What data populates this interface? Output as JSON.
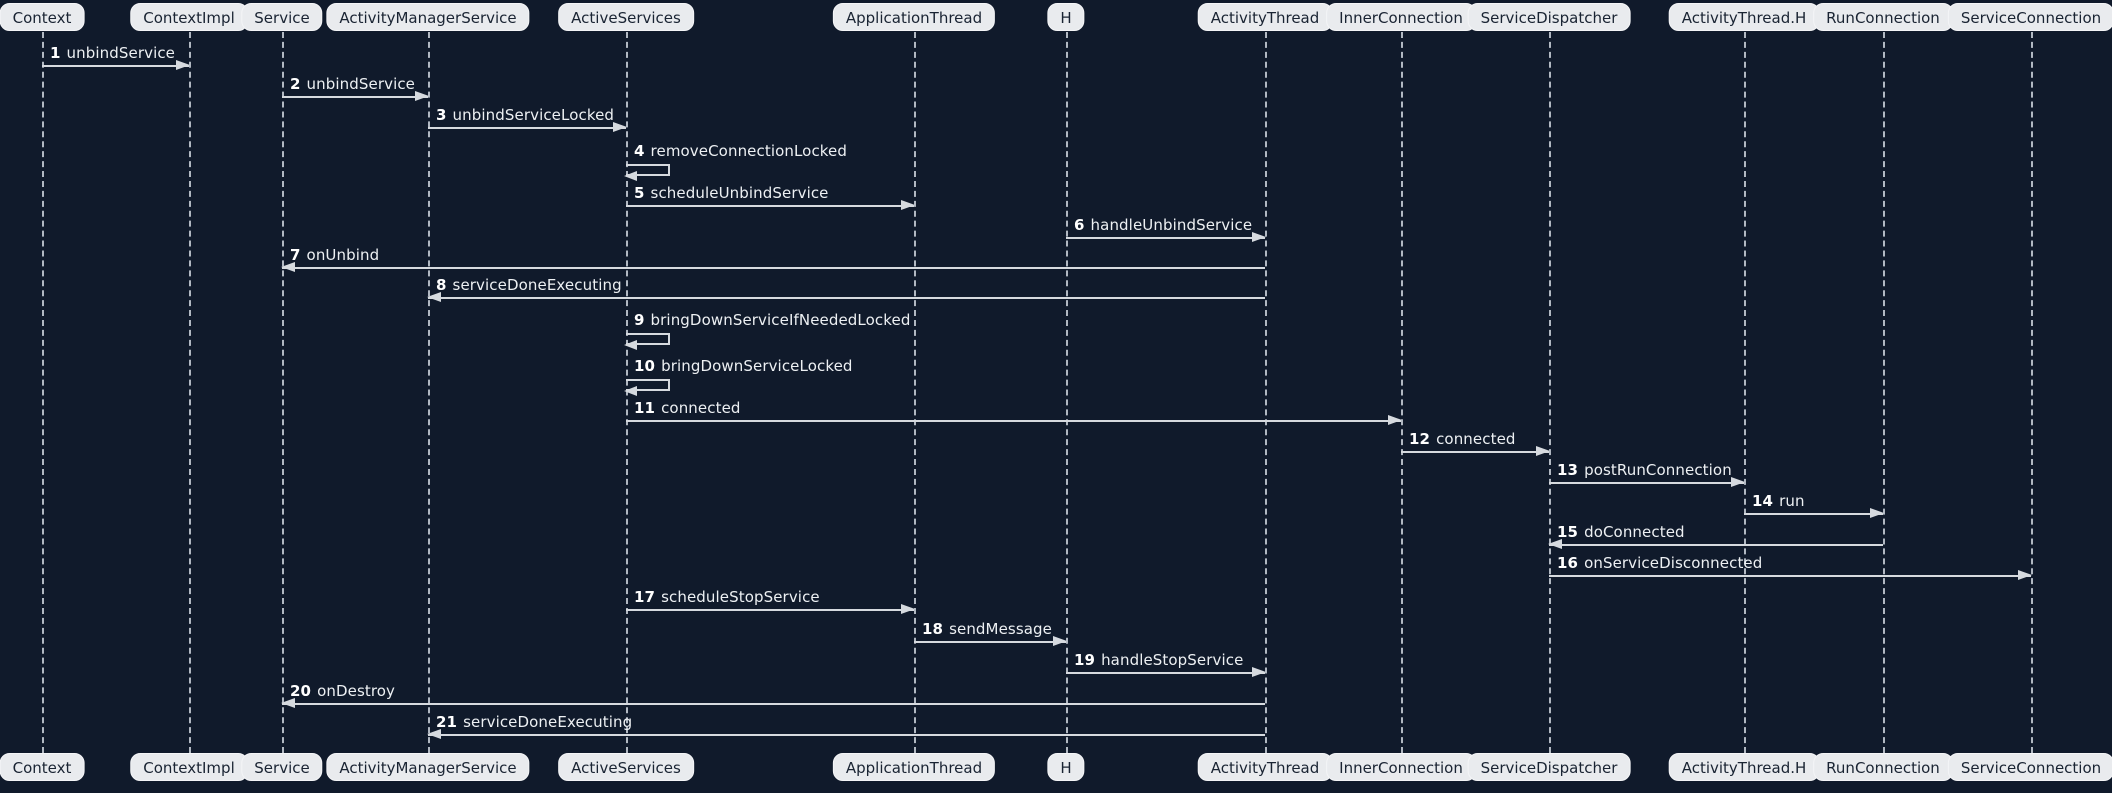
{
  "diagram": {
    "type": "uml-sequence",
    "theme": "dark-navy",
    "colors": {
      "background": "#101a2b",
      "participant_fill": "#e9ebee",
      "participant_text": "#1a2433",
      "line": "#d6dadf",
      "message_text": "#edf0f3"
    }
  },
  "participants": [
    {
      "name": "Context"
    },
    {
      "name": "ContextImpl"
    },
    {
      "name": "Service"
    },
    {
      "name": "ActivityManagerService"
    },
    {
      "name": "ActiveServices"
    },
    {
      "name": "ApplicationThread"
    },
    {
      "name": "H"
    },
    {
      "name": "ActivityThread"
    },
    {
      "name": "InnerConnection"
    },
    {
      "name": "ServiceDispatcher"
    },
    {
      "name": "ActivityThread.H"
    },
    {
      "name": "RunConnection"
    },
    {
      "name": "ServiceConnection"
    }
  ],
  "messages": [
    {
      "num": "1",
      "label": "unbindService",
      "from": "Context",
      "to": "ContextImpl",
      "type": "call"
    },
    {
      "num": "2",
      "label": "unbindService",
      "from": "Service",
      "to": "ActivityManagerService",
      "type": "call"
    },
    {
      "num": "3",
      "label": "unbindServiceLocked",
      "from": "ActivityManagerService",
      "to": "ActiveServices",
      "type": "call"
    },
    {
      "num": "4",
      "label": "removeConnectionLocked",
      "from": "ActiveServices",
      "to": "ActiveServices",
      "type": "self"
    },
    {
      "num": "5",
      "label": "scheduleUnbindService",
      "from": "ActiveServices",
      "to": "ApplicationThread",
      "type": "call"
    },
    {
      "num": "6",
      "label": "handleUnbindService",
      "from": "H",
      "to": "ActivityThread",
      "type": "call"
    },
    {
      "num": "7",
      "label": "onUnbind",
      "from": "ActivityThread",
      "to": "Service",
      "type": "call"
    },
    {
      "num": "8",
      "label": "serviceDoneExecuting",
      "from": "ActivityThread",
      "to": "ActivityManagerService",
      "type": "call"
    },
    {
      "num": "9",
      "label": "bringDownServiceIfNeededLocked",
      "from": "ActiveServices",
      "to": "ActiveServices",
      "type": "self"
    },
    {
      "num": "10",
      "label": "bringDownServiceLocked",
      "from": "ActiveServices",
      "to": "ActiveServices",
      "type": "self"
    },
    {
      "num": "11",
      "label": "connected",
      "from": "ActiveServices",
      "to": "InnerConnection",
      "type": "call"
    },
    {
      "num": "12",
      "label": "connected",
      "from": "InnerConnection",
      "to": "ServiceDispatcher",
      "type": "call"
    },
    {
      "num": "13",
      "label": "postRunConnection",
      "from": "ServiceDispatcher",
      "to": "ActivityThread.H",
      "type": "call"
    },
    {
      "num": "14",
      "label": "run",
      "from": "ActivityThread.H",
      "to": "RunConnection",
      "type": "call"
    },
    {
      "num": "15",
      "label": "doConnected",
      "from": "RunConnection",
      "to": "ServiceDispatcher",
      "type": "call"
    },
    {
      "num": "16",
      "label": "onServiceDisconnected",
      "from": "ServiceDispatcher",
      "to": "ServiceConnection",
      "type": "call"
    },
    {
      "num": "17",
      "label": "scheduleStopService",
      "from": "ActiveServices",
      "to": "ApplicationThread",
      "type": "call"
    },
    {
      "num": "18",
      "label": "sendMessage",
      "from": "ApplicationThread",
      "to": "H",
      "type": "call"
    },
    {
      "num": "19",
      "label": "handleStopService",
      "from": "H",
      "to": "ActivityThread",
      "type": "call"
    },
    {
      "num": "20",
      "label": "onDestroy",
      "from": "ActivityThread",
      "to": "Service",
      "type": "call"
    },
    {
      "num": "21",
      "label": "serviceDoneExecuting",
      "from": "ActivityThread",
      "to": "ActivityManagerService",
      "type": "call"
    }
  ]
}
